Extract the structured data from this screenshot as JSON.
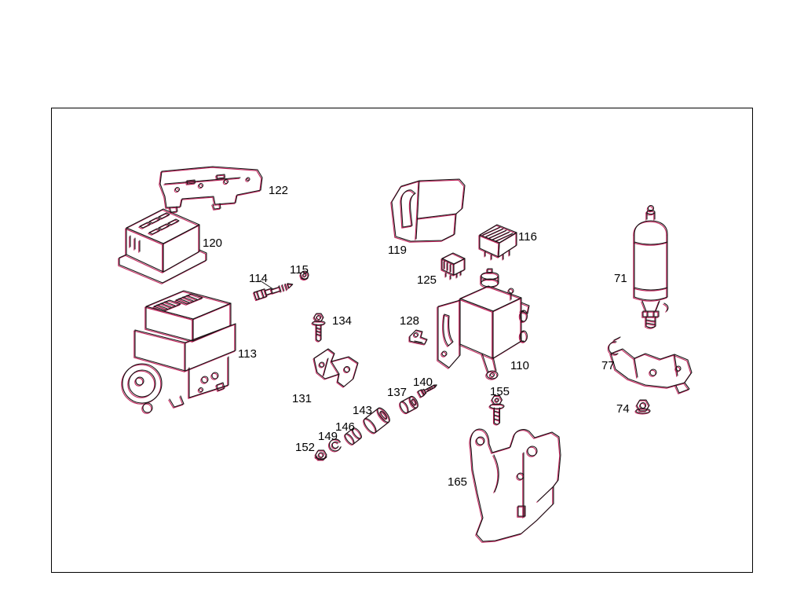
{
  "colors": {
    "background": "#ffffff",
    "frame": "#000000",
    "ink": "#151515",
    "accent": "#c2245c"
  },
  "parts": {
    "p122": {
      "label": "122"
    },
    "p120": {
      "label": "120"
    },
    "p115": {
      "label": "115"
    },
    "p114": {
      "label": "114"
    },
    "p113": {
      "label": "113"
    },
    "p134": {
      "label": "134"
    },
    "p131": {
      "label": "131"
    },
    "p119": {
      "label": "119"
    },
    "p125": {
      "label": "125"
    },
    "p116": {
      "label": "116"
    },
    "p128": {
      "label": "128"
    },
    "p110": {
      "label": "110"
    },
    "p137": {
      "label": "137"
    },
    "p140": {
      "label": "140"
    },
    "p143": {
      "label": "143"
    },
    "p146": {
      "label": "146"
    },
    "p149": {
      "label": "149"
    },
    "p152": {
      "label": "152"
    },
    "p155": {
      "label": "155"
    },
    "p165": {
      "label": "165"
    },
    "p71": {
      "label": "71"
    },
    "p77": {
      "label": "77"
    },
    "p74": {
      "label": "74"
    }
  }
}
